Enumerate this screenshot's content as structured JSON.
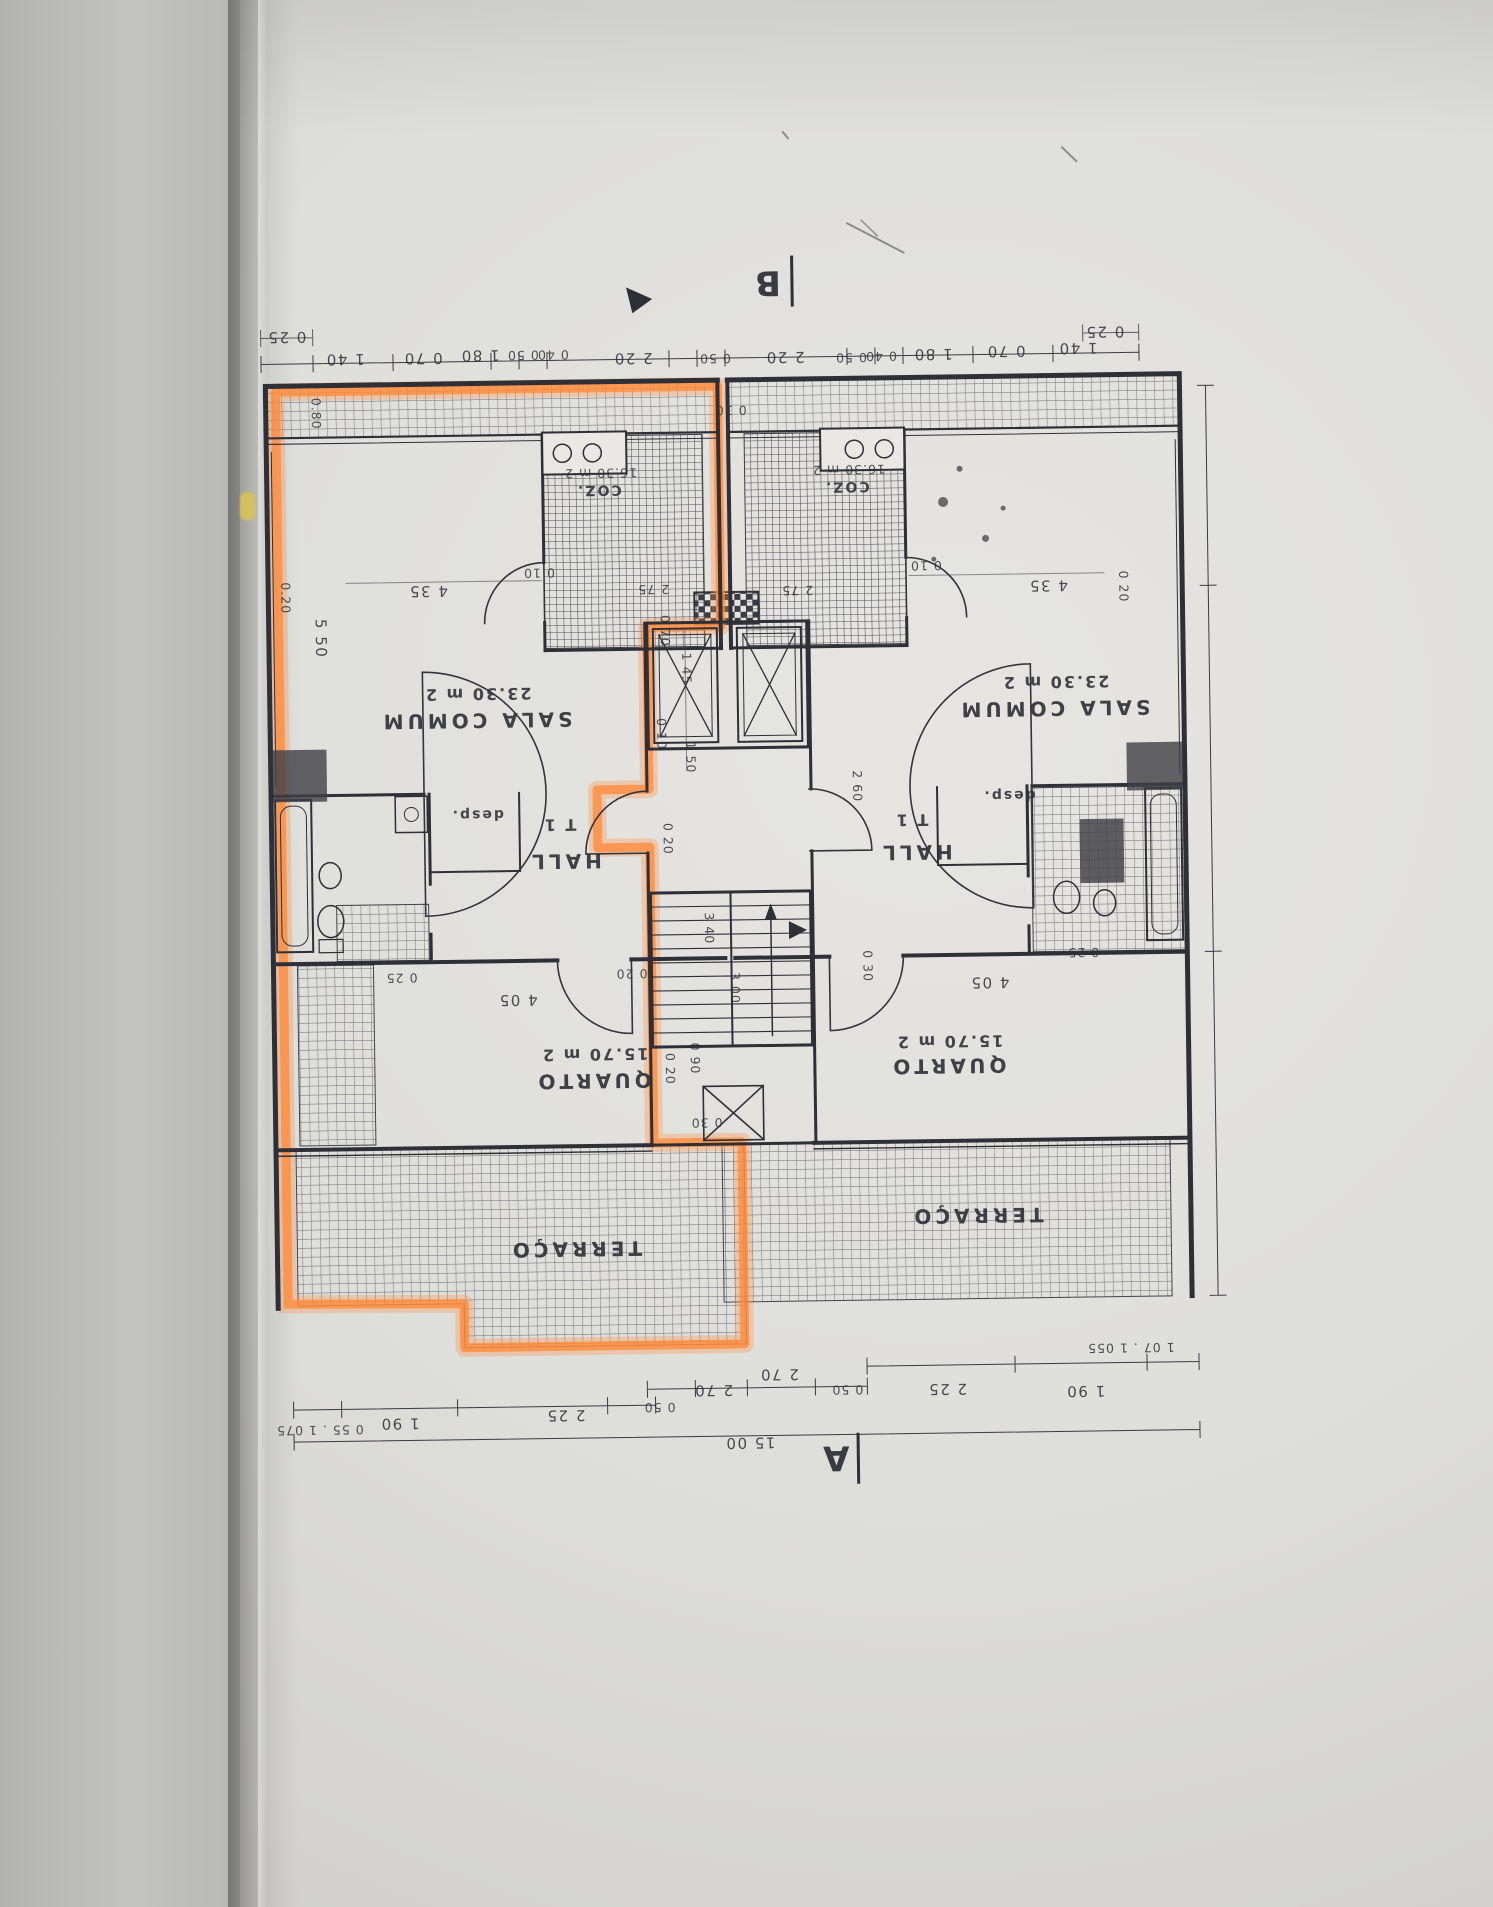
{
  "plan": {
    "section_markers": {
      "top": "B",
      "bottom": "A"
    },
    "rooms": {
      "sala_left": {
        "name": "SALA COMUM",
        "area": "23.30 m 2"
      },
      "sala_right": {
        "name": "SALA COMUM",
        "area": "23.30 m 2"
      },
      "coz_left": {
        "name": "COZ.",
        "area": "16.30 m 2"
      },
      "coz_right": {
        "name": "COZ.",
        "area": "16.30 m 2"
      },
      "hall_left": {
        "name": "HALL",
        "type": "T 1"
      },
      "hall_right": {
        "name": "HALL",
        "type": "T 1"
      },
      "desp_left": {
        "name": "desp."
      },
      "desp_right": {
        "name": "desp."
      },
      "quarto_left": {
        "name": "QUARTO",
        "area": "15.70 m 2"
      },
      "quarto_right": {
        "name": "QUARTO",
        "area": "15.70 m 2"
      },
      "terraco_left": {
        "name": "TERRAÇO"
      },
      "terraco_right": {
        "name": "TERRAÇO"
      }
    },
    "dimensions": {
      "top": [
        "0 25",
        "1 40",
        "0 70",
        "1 80",
        "0 50",
        "0 40",
        "2 20",
        "0 50",
        "2 20",
        "0 50",
        "0 40",
        "1 80",
        "0 70",
        "1 40",
        "0 25"
      ],
      "bottom": [
        "0 55 . 1 075",
        "1 90",
        "2 25",
        "0 50",
        "2 70",
        "2 70",
        "0 50",
        "2 25",
        "1 90",
        "1 07 . 1 055",
        "15 00"
      ],
      "inner": [
        "0.80",
        "0 30",
        "0 10",
        "4 35",
        "0.20",
        "5 50",
        "2 75",
        "2 75",
        "0 10",
        "4 35",
        "0 20",
        "0 70",
        "1 45",
        "0 10",
        "1 50",
        "2 60",
        "0 20",
        "3 40",
        "3 00",
        "0 20",
        "0 30",
        "0 25",
        "4 05",
        "4 05",
        "0 25",
        "0 90",
        "0 20",
        "0 30"
      ]
    },
    "colors": {
      "highlight": "#ff8a3a",
      "ink": "#33333b",
      "paper": "#e2e1dd"
    }
  }
}
